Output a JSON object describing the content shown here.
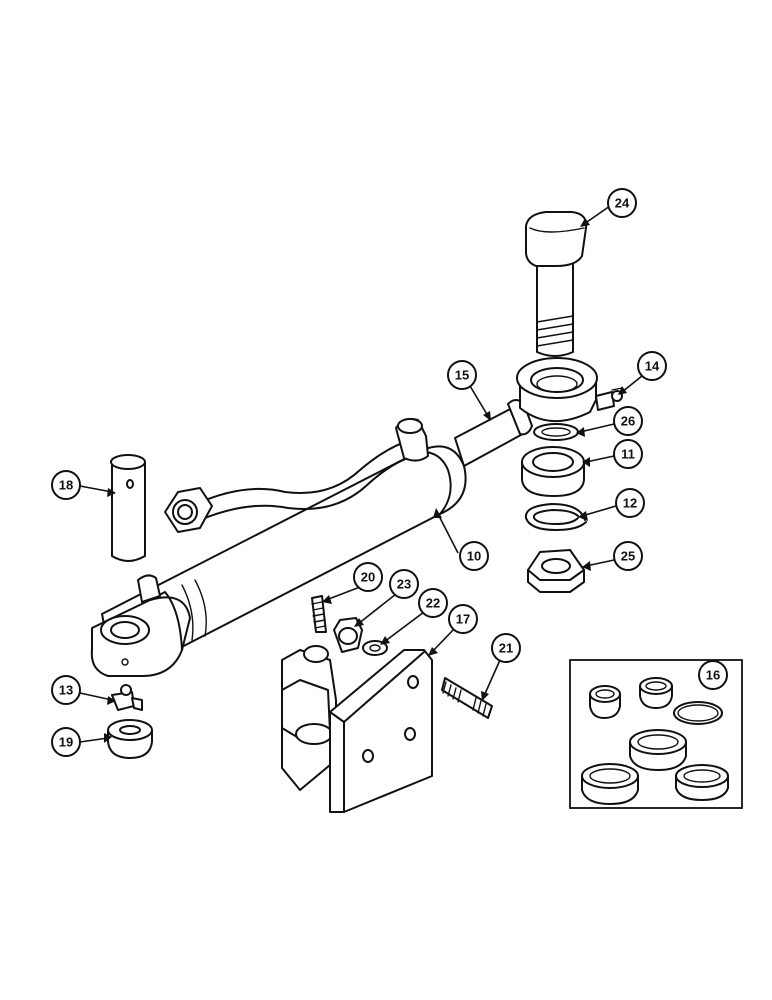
{
  "callouts": {
    "c10": "10",
    "c11": "11",
    "c12": "12",
    "c13": "13",
    "c14": "14",
    "c15": "15",
    "c16": "16",
    "c17": "17",
    "c18": "18",
    "c19": "19",
    "c20": "20",
    "c21": "21",
    "c22": "22",
    "c23": "23",
    "c24": "24",
    "c25": "25",
    "c26": "26"
  }
}
